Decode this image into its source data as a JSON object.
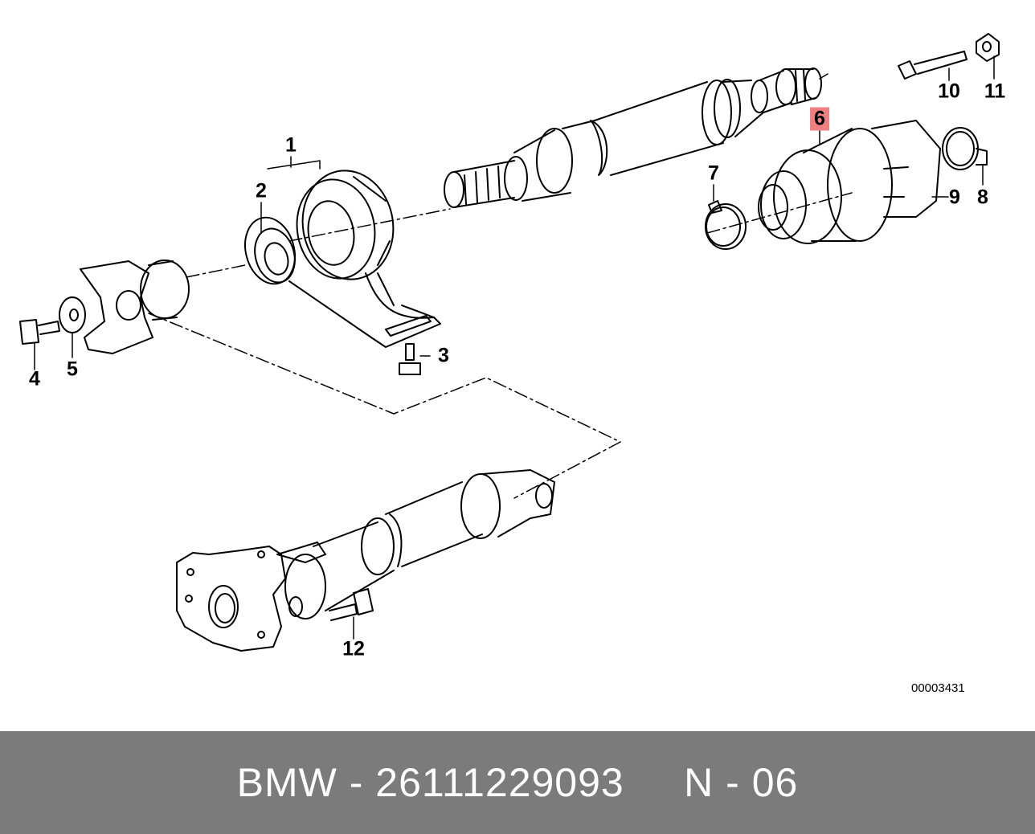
{
  "callouts": {
    "c1": "1",
    "c2": "2",
    "c3": "3",
    "c4": "4",
    "c5": "5",
    "c6": "6",
    "c7": "7",
    "c8": "8",
    "c9": "9",
    "c10": "10",
    "c11": "11",
    "c12": "12"
  },
  "highlight_color": "#f08080",
  "drawing_code": "00003431",
  "footer": {
    "text": "BMW - 26111229093     N - 06",
    "background": "#7b7b7b"
  }
}
